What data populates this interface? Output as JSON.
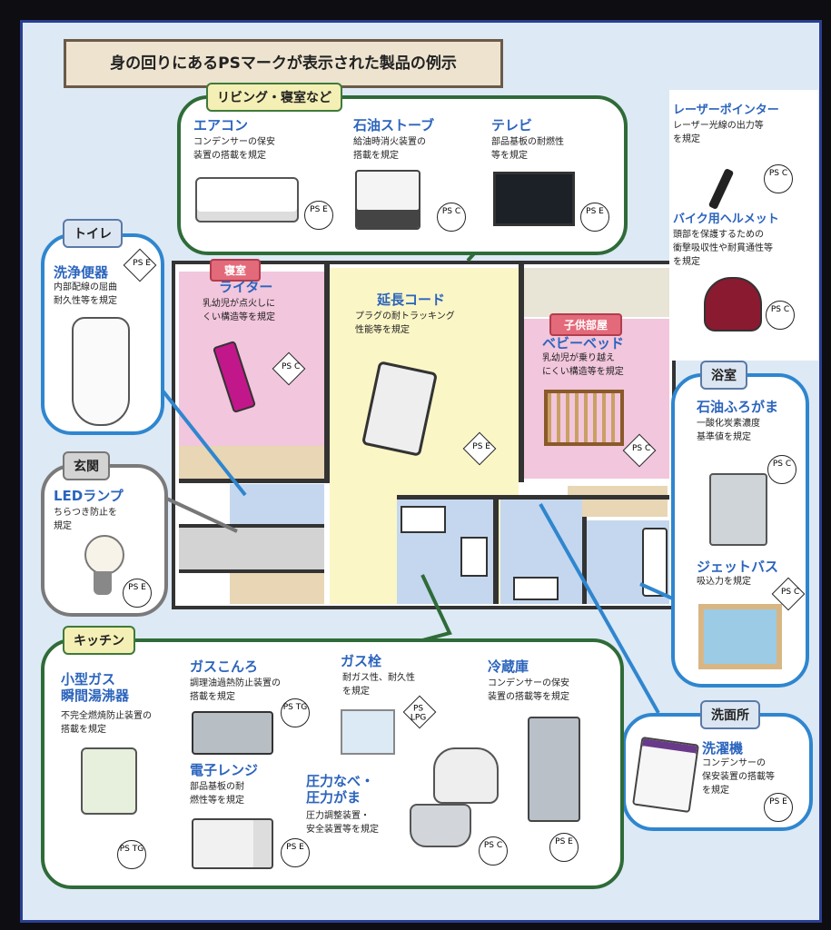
{
  "title": "身の回りにあるPSマークが表示された製品の例示",
  "areas": {
    "living": "リビング・寝室など",
    "toilet": "トイレ",
    "entrance": "玄関",
    "kitchen": "キッチン",
    "bath": "浴室",
    "washroom": "洗面所",
    "bedroom": "寝室",
    "kidsroom": "子供部屋"
  },
  "products": {
    "aircon": {
      "name": "エアコン",
      "desc1": "コンデンサーの保安",
      "desc2": "装置の搭載を規定",
      "mark": "PS E"
    },
    "stove": {
      "name": "石油ストーブ",
      "desc1": "給油時消火装置の",
      "desc2": "搭載を規定",
      "mark": "PS C"
    },
    "tv": {
      "name": "テレビ",
      "desc1": "部品基板の耐燃性",
      "desc2": "等を規定",
      "mark": "PS E"
    },
    "laser": {
      "name": "レーザーポインター",
      "desc1": "レーザー光線の出力等",
      "desc2": "を規定",
      "mark": "PS C"
    },
    "helmet": {
      "name": "バイク用ヘルメット",
      "desc1": "頭部を保護するための",
      "desc2": "衝撃吸収性や耐貫通性等",
      "desc3": "を規定",
      "mark": "PS C"
    },
    "washlet": {
      "name": "洗浄便器",
      "desc1": "内部配線の屈曲",
      "desc2": "耐久性等を規定",
      "mark": "PS E"
    },
    "lighter": {
      "name": "ライター",
      "desc1": "乳幼児が点火しに",
      "desc2": "くい構造等を規定",
      "mark": "PS C"
    },
    "extension": {
      "name": "延長コード",
      "desc1": "プラグの耐トラッキング",
      "desc2": "性能等を規定",
      "mark": "PS E"
    },
    "crib": {
      "name": "ベビーベッド",
      "desc1": "乳幼児が乗り越え",
      "desc2": "にくい構造等を規定",
      "mark": "PS C"
    },
    "led": {
      "name": "LEDランプ",
      "desc1": "ちらつき防止を",
      "desc2": "規定",
      "mark": "PS E"
    },
    "bath_boiler": {
      "name": "石油ふろがま",
      "desc1": "一酸化炭素濃度",
      "desc2": "基準値を規定",
      "mark": "PS C"
    },
    "jetbath": {
      "name": "ジェットバス",
      "desc1": "吸込力を規定",
      "mark": "PS C"
    },
    "water_heater": {
      "name1": "小型ガス",
      "name2": "瞬間湯沸器",
      "desc1": "不完全燃焼防止装置の",
      "desc2": "搭載を規定",
      "mark": "PS TG"
    },
    "gas_stove": {
      "name": "ガスこんろ",
      "desc1": "調理油過熱防止装置の",
      "desc2": "搭載を規定",
      "mark": "PS TG"
    },
    "gas_valve": {
      "name": "ガス栓",
      "desc1": "耐ガス性、耐久性",
      "desc2": "を規定",
      "mark": "PS LPG"
    },
    "fridge": {
      "name": "冷蔵庫",
      "desc1": "コンデンサーの保安",
      "desc2": "装置の搭載等を規定",
      "mark": "PS E"
    },
    "microwave": {
      "name": "電子レンジ",
      "desc1": "部品基板の耐",
      "desc2": "燃性等を規定",
      "mark": "PS E"
    },
    "pressure": {
      "name1": "圧力なべ・",
      "name2": "圧力がま",
      "desc1": "圧力調整装置・",
      "desc2": "安全装置等を規定",
      "mark": "PS C"
    },
    "washer": {
      "name": "洗濯機",
      "desc1": "コンデンサーの",
      "desc2": "保安装置の搭載等",
      "desc3": "を規定",
      "mark": "PS E"
    }
  },
  "colors": {
    "living_border": "#2f6b38",
    "bath_border": "#2f86cf",
    "name_text": "#2b64bd",
    "bedroom_fill": "#f2c6dc",
    "living_fill": "#fbf6c6",
    "kitchen_fill": "#c4d7ee"
  }
}
